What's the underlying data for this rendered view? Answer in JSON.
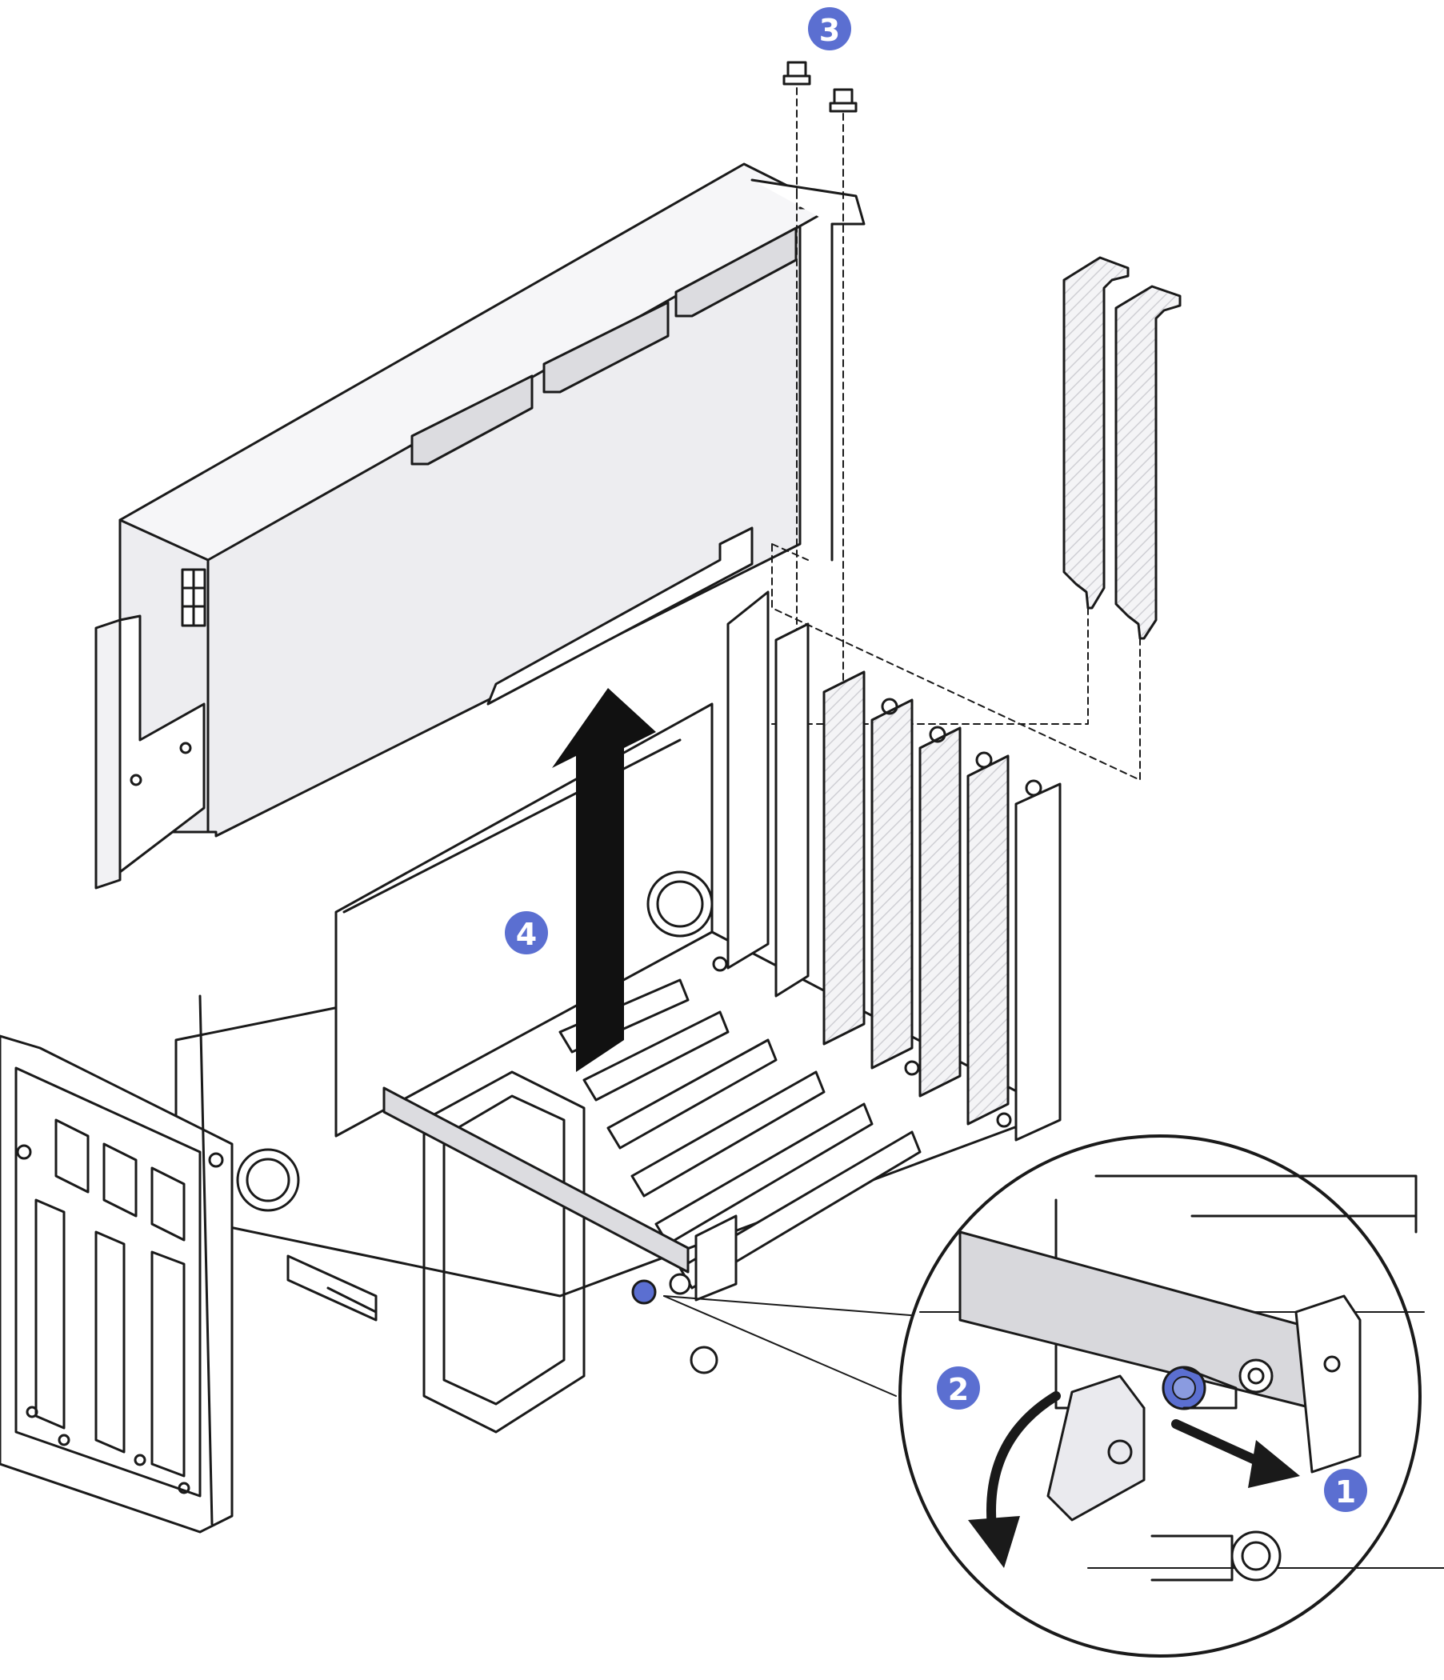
{
  "figure": {
    "kind": "installation-diagram",
    "accent_color": "#5b6fd1",
    "line_color": "#1a1a1a",
    "panel_fill": "#e9e9ec",
    "hatch_color": "#c8c8cc"
  },
  "callouts": [
    {
      "id": "step-1",
      "label": "1",
      "action": "pull-plunger-icon"
    },
    {
      "id": "step-2",
      "label": "2",
      "action": "rotate-latch-icon"
    },
    {
      "id": "step-3",
      "label": "3",
      "action": "remove-screws-icon"
    },
    {
      "id": "step-4",
      "label": "4",
      "action": "lift-card-icon"
    }
  ]
}
